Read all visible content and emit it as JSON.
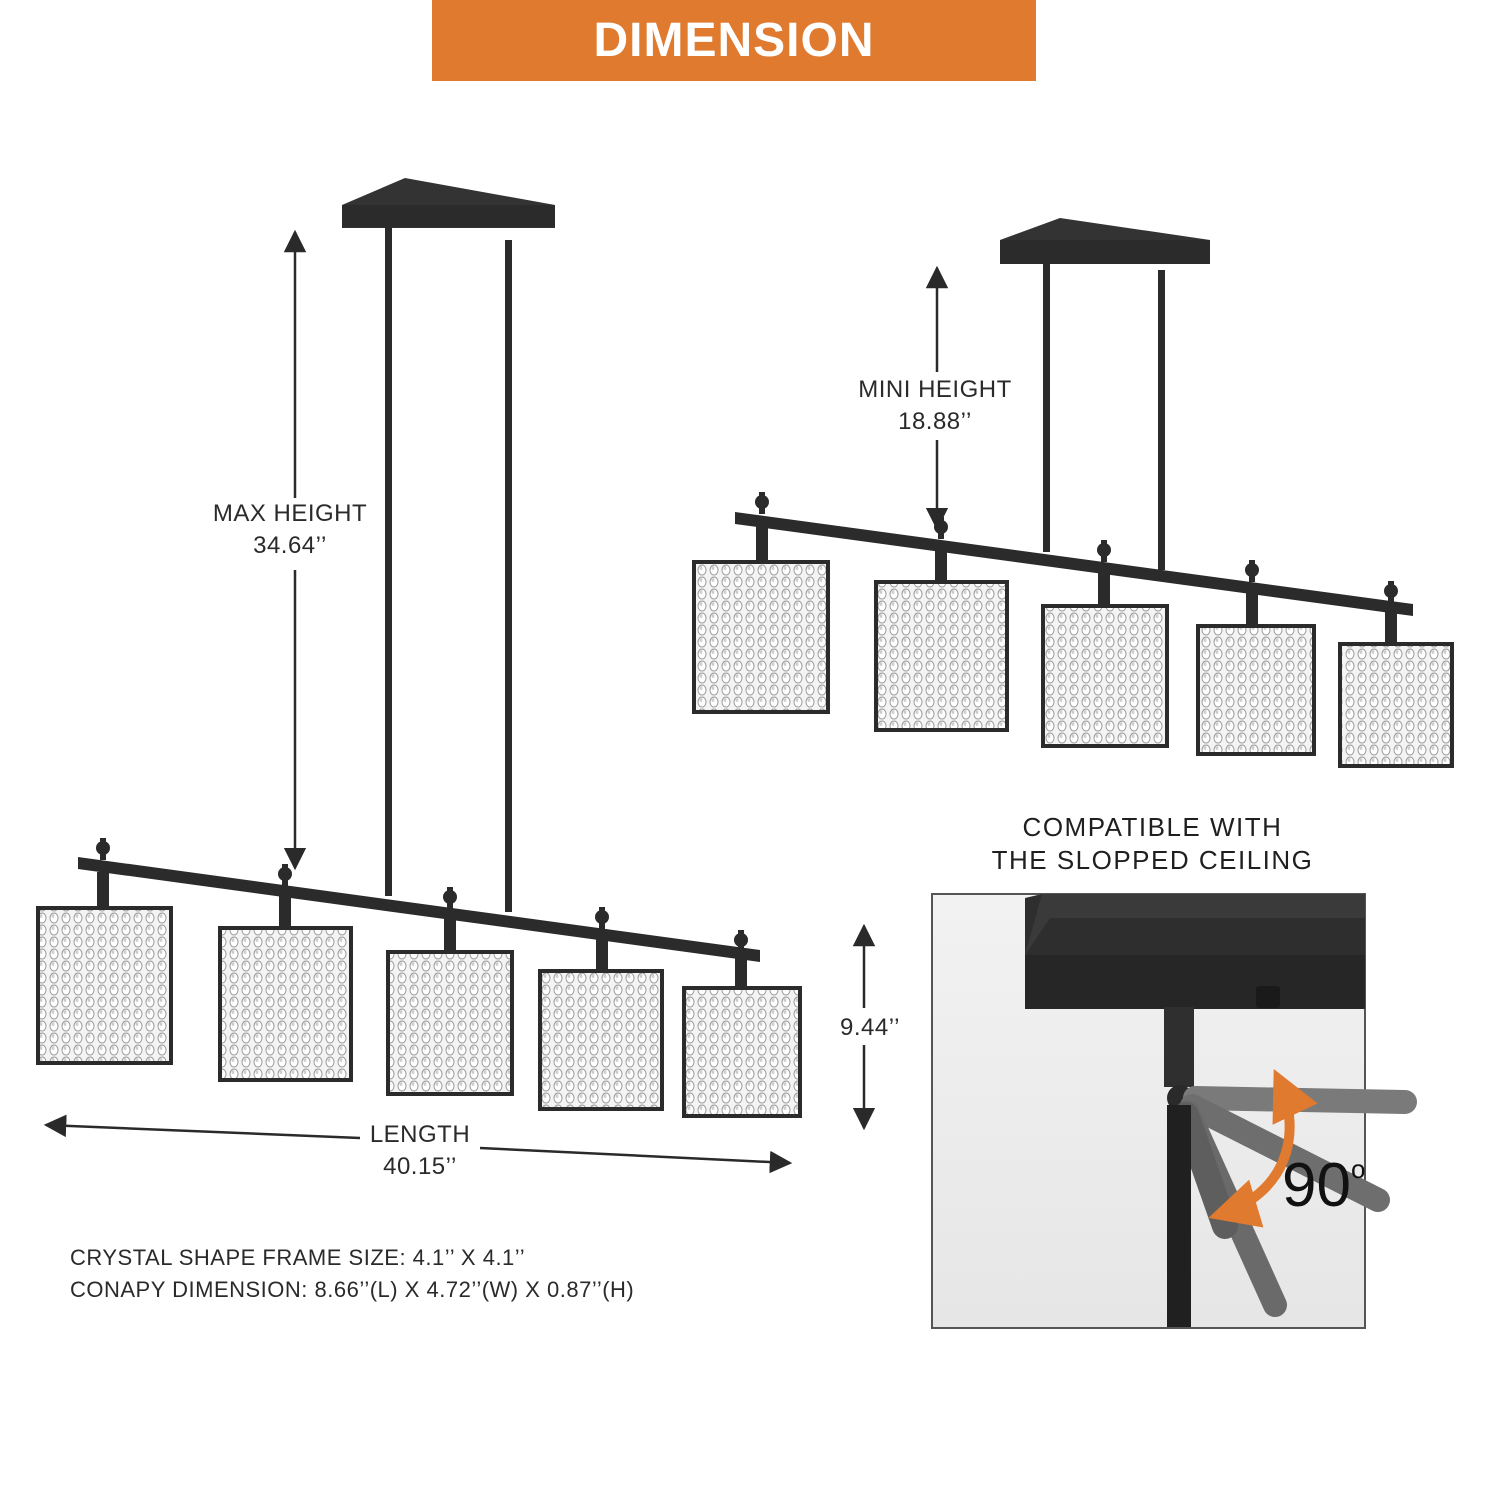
{
  "header": {
    "title": "DIMENSION"
  },
  "colors": {
    "banner": "#e07a2e",
    "fixture": "#2b2b2b",
    "arrow_accent": "#e07a2e"
  },
  "dimensions": {
    "max_height": {
      "label": "MAX HEIGHT",
      "value": "34.64’’"
    },
    "mini_height": {
      "label": "MINI HEIGHT",
      "value": "18.88’’"
    },
    "shade_height": {
      "value": "9.44’’"
    },
    "length": {
      "label": "LENGTH",
      "value": "40.15’’"
    }
  },
  "specs": {
    "crystal_frame": "CRYSTAL SHAPE FRAME SIZE: 4.1’’ X 4.1’’",
    "canopy": "CONAPY DIMENSION: 8.66’’(L) X 4.72’’(W) X 0.87’’(H)"
  },
  "compatibility": {
    "line1": "COMPATIBLE WITH",
    "line2": "THE SLOPPED CEILING",
    "angle": "90",
    "angle_unit": "o"
  }
}
